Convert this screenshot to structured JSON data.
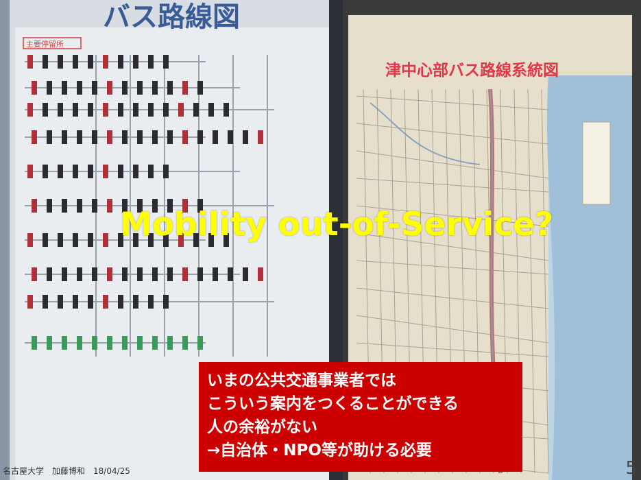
{
  "left_photo": {
    "title": "バス路線図",
    "legend_label": "主要停留所"
  },
  "right_photo": {
    "title": "津中心部バス路線系統図"
  },
  "headline": "Mobility out-of-Service?",
  "callout": {
    "lines": [
      "いまの公共交通事業者では",
      "こういう案内をつくることができる",
      "人の余裕がない",
      "→自治体・NPO等が助ける必要"
    ]
  },
  "footer": {
    "text": "名古屋大学　加藤博和　18/04/25"
  },
  "page_number": "5",
  "colors": {
    "headline": "#ffff00",
    "callout_bg": "#cc0000",
    "callout_text": "#ffffff"
  }
}
